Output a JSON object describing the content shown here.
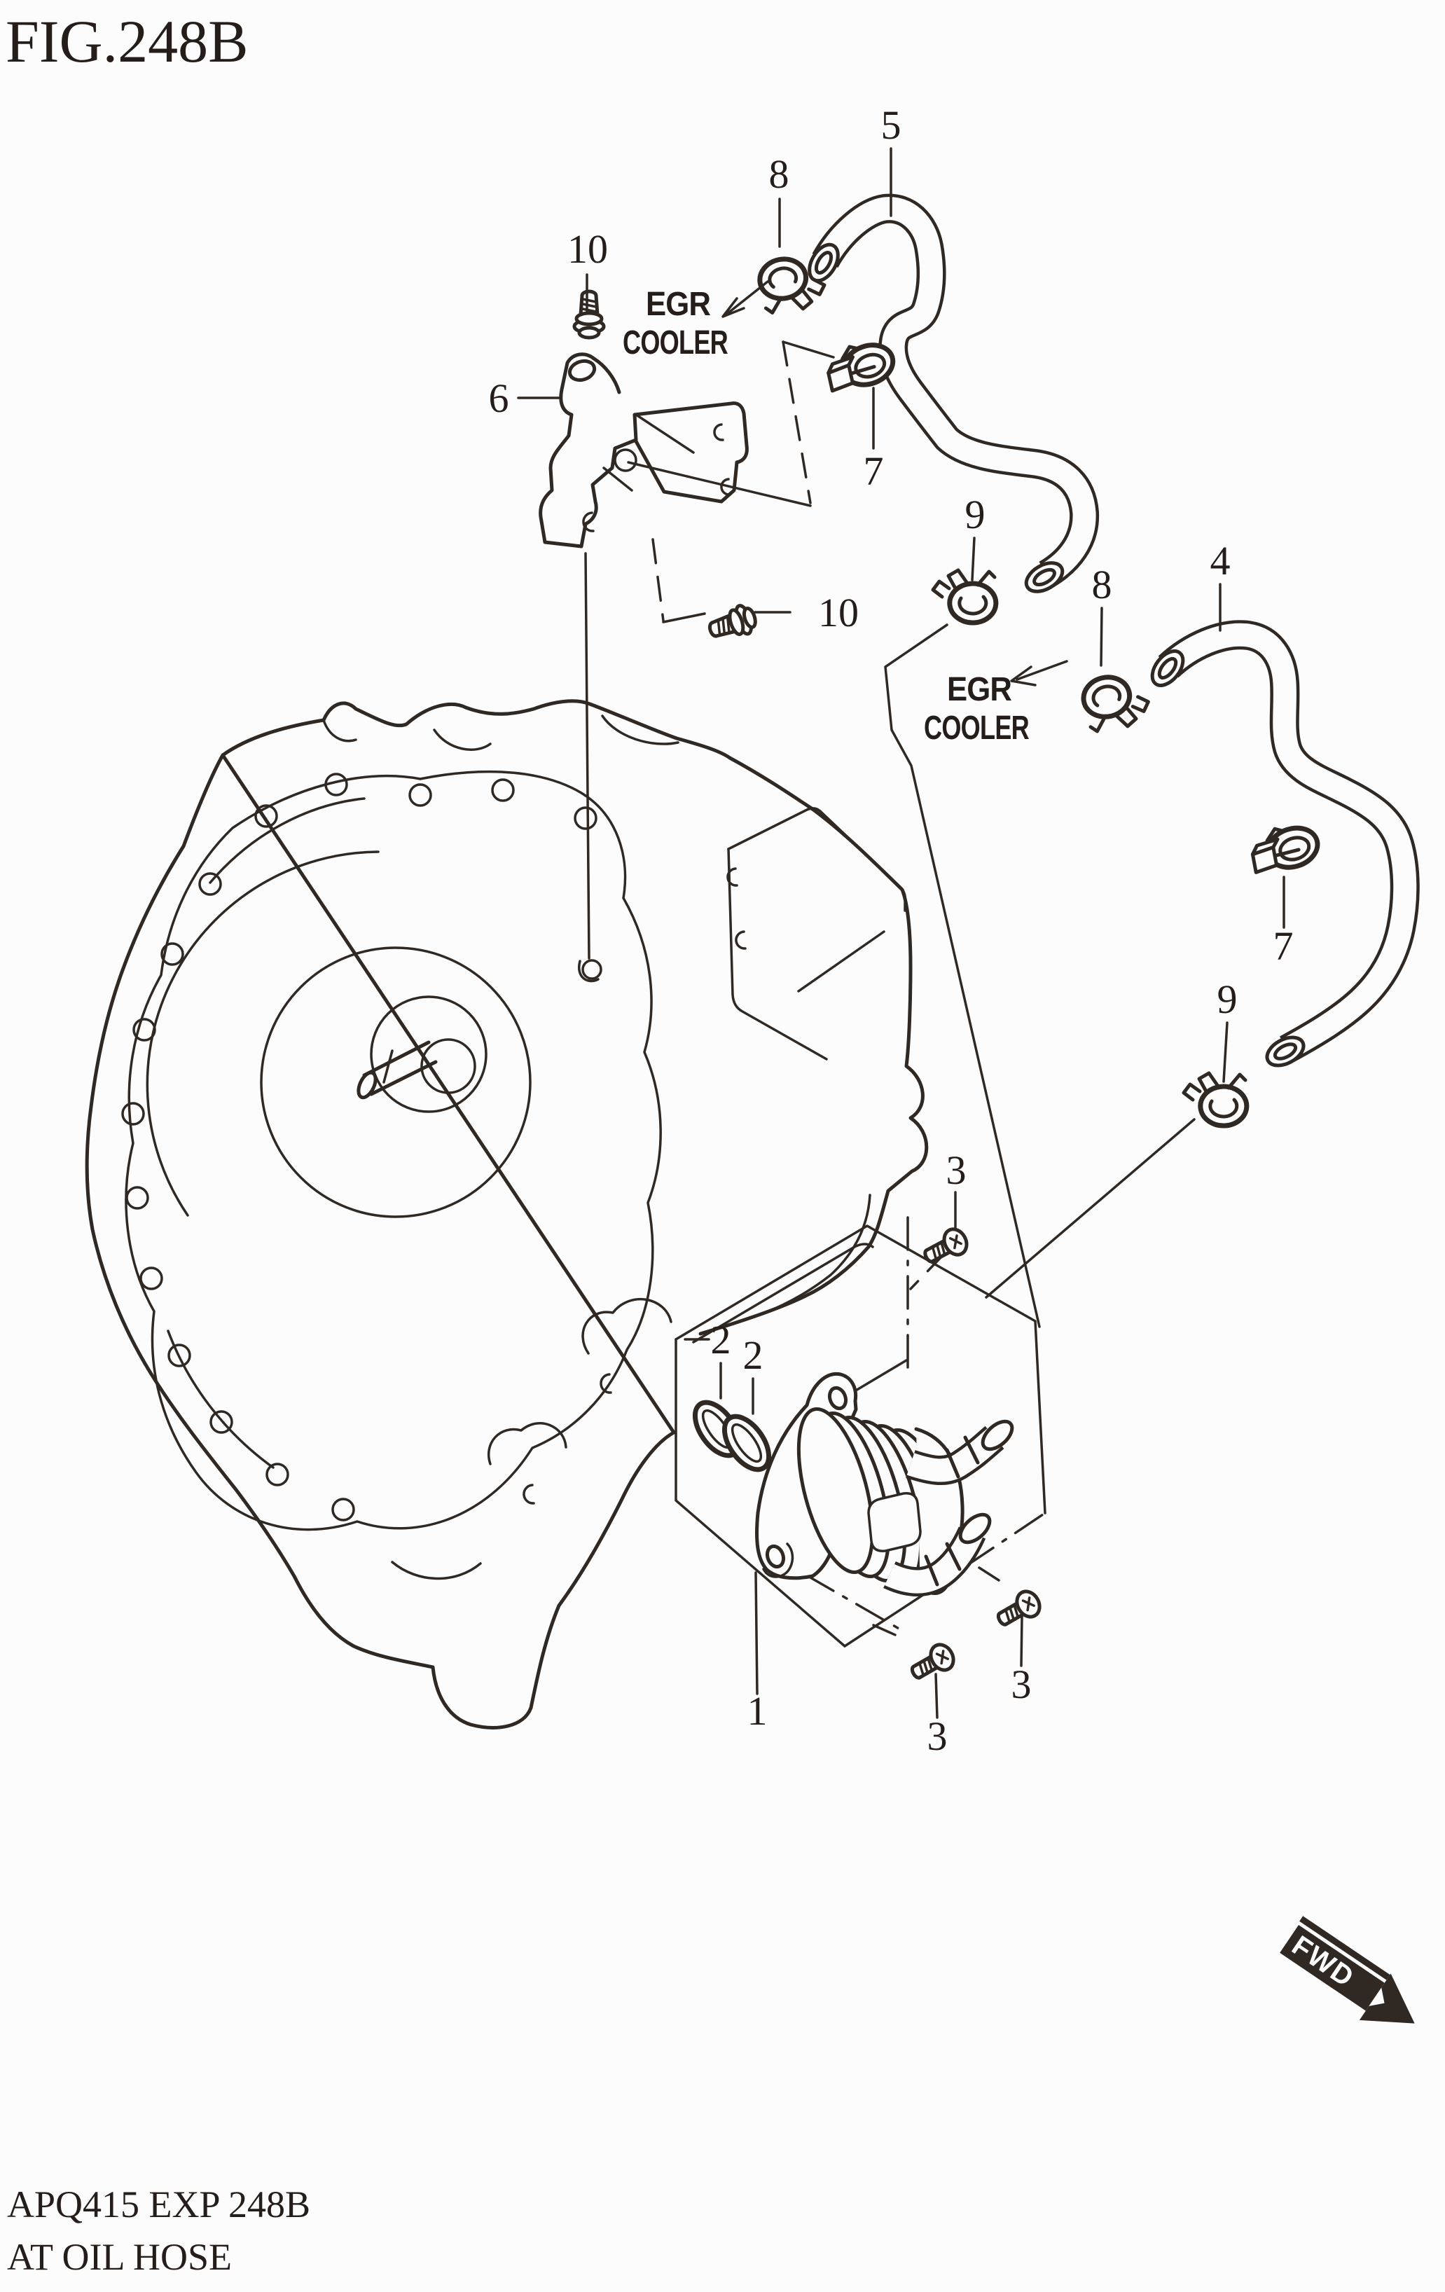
{
  "figure": {
    "title": "FIG.248B"
  },
  "footer": {
    "line1": "APQ415 EXP 248B",
    "line2": "AT OIL HOSE"
  },
  "annotations": {
    "egr_line1": "EGR",
    "egr_line2": "COOLER",
    "fwd_label": "FWD"
  },
  "callouts": [
    {
      "part": "5",
      "label": "5"
    },
    {
      "part": "8",
      "label": "8"
    },
    {
      "part": "10",
      "label": "10"
    },
    {
      "part": "6",
      "label": "6"
    },
    {
      "part": "7",
      "label": "7"
    },
    {
      "part": "9",
      "label": "9"
    },
    {
      "part": "8b",
      "label": "8"
    },
    {
      "part": "4",
      "label": "4"
    },
    {
      "part": "10b",
      "label": "10"
    },
    {
      "part": "7b",
      "label": "7"
    },
    {
      "part": "9b",
      "label": "9"
    },
    {
      "part": "3",
      "label": "3"
    },
    {
      "part": "2",
      "label": "2"
    },
    {
      "part": "2b",
      "label": "2"
    },
    {
      "part": "1",
      "label": "1"
    },
    {
      "part": "3b",
      "label": "3"
    },
    {
      "part": "3c",
      "label": "3"
    }
  ],
  "colors": {
    "ink": "#2f2823",
    "paper": "#fcfcfc"
  }
}
